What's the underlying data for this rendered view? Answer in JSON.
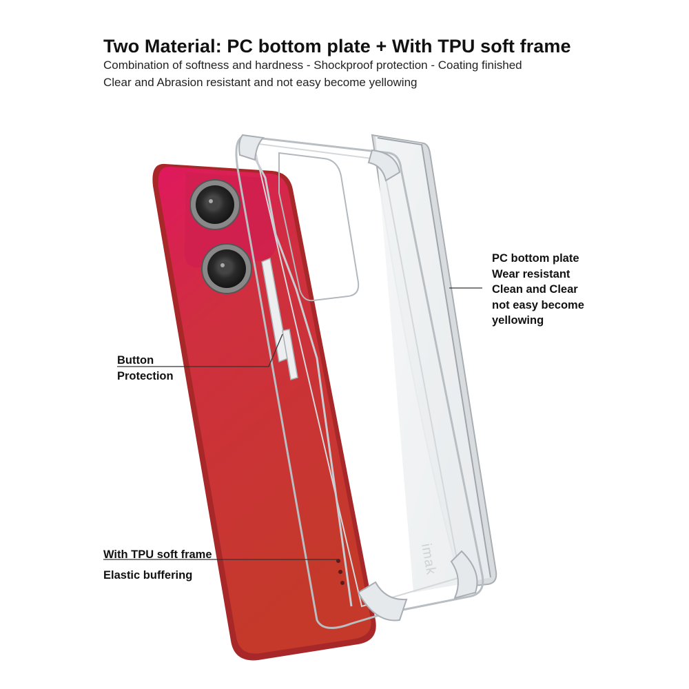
{
  "header": {
    "title": "Two Material:  PC bottom plate + With TPU soft frame",
    "subtitle_line1": "Combination of softness and hardness - Shockproof protection - Coating finished",
    "subtitle_line2": "Clear and Abrasion resistant and not easy become yellowing"
  },
  "callouts": {
    "pc_plate": [
      "PC bottom plate",
      "Wear resistant",
      "Clean and Clear",
      "not easy become",
      "yellowing"
    ],
    "button": [
      "Button",
      "Protection"
    ],
    "tpu": [
      "With TPU soft frame",
      "Elastic buffering"
    ]
  },
  "brand_mark": "imak",
  "colors": {
    "phone_red": "#c8302e",
    "phone_pink": "#d8205a",
    "case_edge": "#bfc4c8"
  }
}
